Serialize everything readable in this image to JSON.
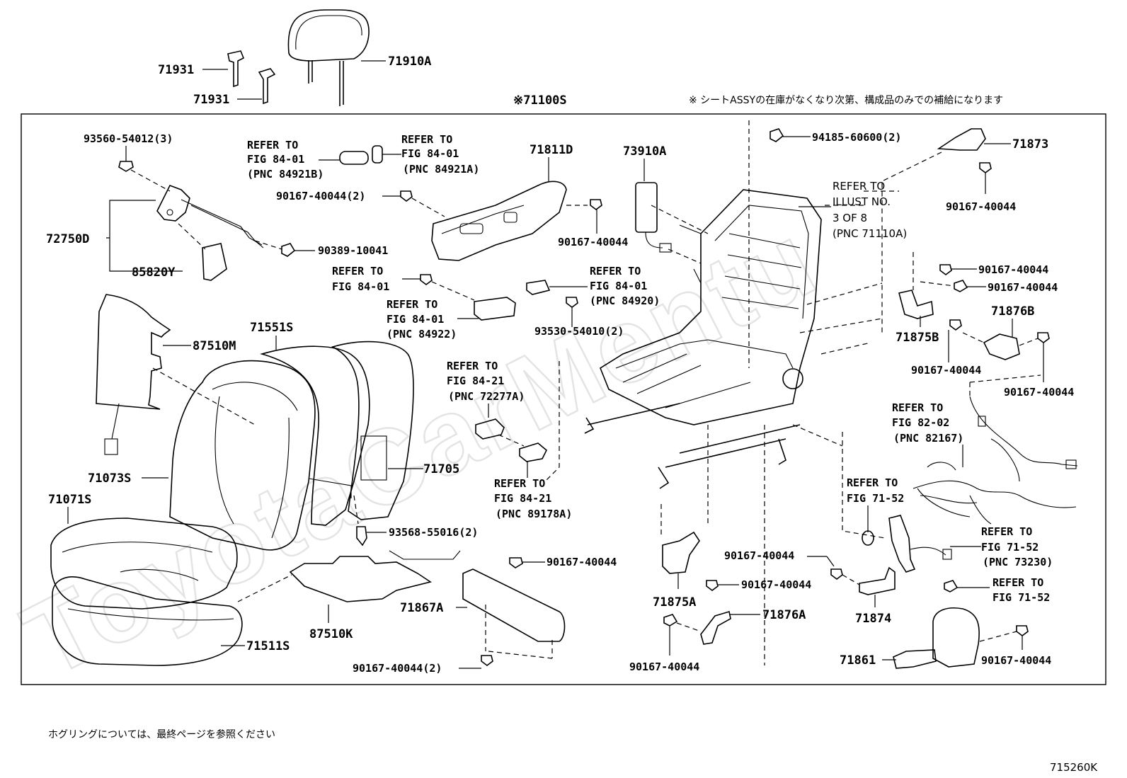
{
  "assembly_label": "※71100S",
  "note_top": "※ シートASSYの在庫がなくなり次第、構成品のみでの補給になります",
  "note_bottom": "ホグリングについては、最終ページを参照ください",
  "figure_code": "715260K",
  "watermark": "ToyotaCarMentu",
  "labels": {
    "p71931a": "71931",
    "p71931b": "71931",
    "p71910A": "71910A",
    "p93560": "93560-54012(3)",
    "p72750D": "72750D",
    "p85820Y": "85820Y",
    "p90389": "90389-10041",
    "ref84921B_1": "REFER TO",
    "ref84921B_2": "FIG 84-01",
    "ref84921B_3": "(PNC 84921B)",
    "ref84921A_1": "REFER TO",
    "ref84921A_2": "FIG 84-01",
    "ref84921A_3": "(PNC 84921A)",
    "p90167_2a": "90167-40044(2)",
    "p71811D": "71811D",
    "p73910A": "73910A",
    "p90167_a": "90167-40044",
    "ref84_01a_1": "REFER TO",
    "ref84_01a_2": "FIG 84-01",
    "ref84920_1": "REFER TO",
    "ref84920_2": "FIG 84-01",
    "ref84920_3": "(PNC 84920)",
    "ref84922_1": "REFER TO",
    "ref84922_2": "FIG 84-01",
    "ref84922_3": "(PNC 84922)",
    "p93530": "93530-54010(2)",
    "p94185": "94185-60600(2)",
    "p71873": "71873",
    "p90167_b": "90167-40044",
    "ref71110A_1": "REFER TO",
    "ref71110A_2": "ILLUST NO.",
    "ref71110A_3": "3 OF 8",
    "ref71110A_4": "(PNC 71110A)",
    "p90167_c": "90167-40044",
    "p90167_d": "90167-40044",
    "p71876B": "71876B",
    "p71875B": "71875B",
    "p90167_e": "90167-40044",
    "p90167_f": "90167-40044",
    "p87510M": "87510M",
    "p71551S": "71551S",
    "ref72277A_1": "REFER TO",
    "ref72277A_2": "FIG 84-21",
    "ref72277A_3": "(PNC 72277A)",
    "ref82167_1": "REFER TO",
    "ref82167_2": "FIG 82-02",
    "ref82167_3": "(PNC 82167)",
    "p71073S": "71073S",
    "p71705": "71705",
    "ref89178A_1": "REFER TO",
    "ref89178A_2": "FIG 84-21",
    "ref89178A_3": "(PNC 89178A)",
    "p71071S": "71071S",
    "p93568": "93568-55016(2)",
    "ref71_52a_1": "REFER TO",
    "ref71_52a_2": "FIG 71-52",
    "ref73230_1": "REFER TO",
    "ref73230_2": "FIG 71-52",
    "ref73230_3": "(PNC 73230)",
    "p90167_g": "90167-40044",
    "p90167_h": "90167-40044",
    "p90167_i": "90167-40044",
    "ref71_52b_1": "REFER TO",
    "ref71_52b_2": "FIG 71-52",
    "p71867A": "71867A",
    "p71875A": "71875A",
    "p71876A": "71876A",
    "p71874": "71874",
    "p87510K": "87510K",
    "p71511S": "71511S",
    "p71861": "71861",
    "p90167_2b": "90167-40044(2)",
    "p90167_j": "90167-40044",
    "p90167_k": "90167-40044"
  }
}
